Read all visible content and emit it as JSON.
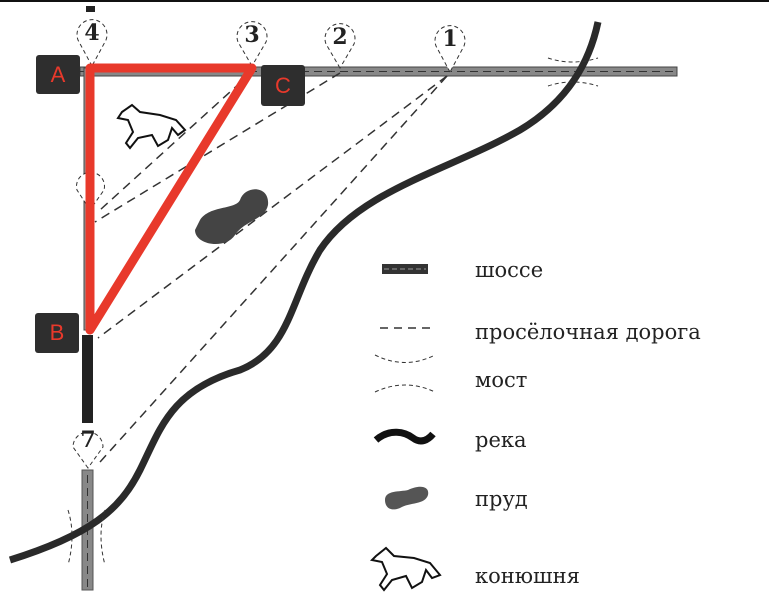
{
  "map": {
    "markers": [
      "4",
      "3",
      "2",
      "1",
      "7"
    ],
    "vertices": {
      "a": "A",
      "b": "B",
      "c": "C"
    },
    "colors": {
      "triangle": "#e8392b",
      "label_bg": "#2e2e2e",
      "ink": "#222222"
    }
  },
  "legend": {
    "items": [
      {
        "label": "шоссе",
        "icon": "highway-icon"
      },
      {
        "label": "просёлочная дорога",
        "icon": "dirt-road-icon"
      },
      {
        "label": "мост",
        "icon": "bridge-icon"
      },
      {
        "label": "река",
        "icon": "river-icon"
      },
      {
        "label": "пруд",
        "icon": "pond-icon"
      },
      {
        "label": "конюшня",
        "icon": "stable-icon"
      }
    ]
  }
}
